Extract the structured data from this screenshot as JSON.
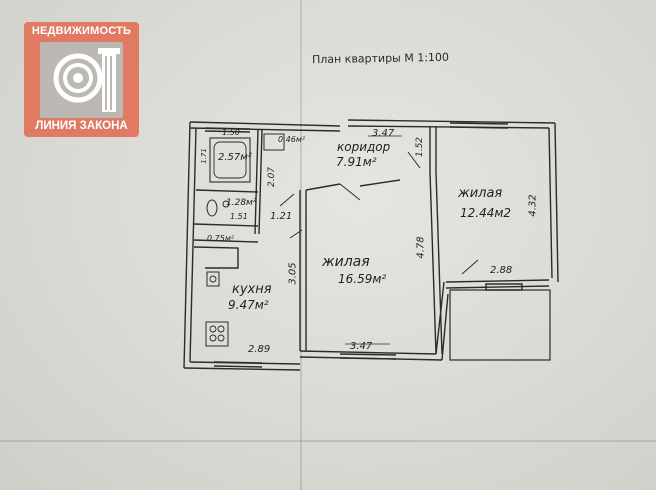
{
  "logo": {
    "top_text": "НЕДВИЖИМОСТЬ",
    "bottom_text": "ЛИНИЯ ЗАКОНА"
  },
  "plan_title": "План квартиры  М 1:100",
  "rooms": {
    "corridor": {
      "name": "коридор",
      "area": "7.91м²",
      "dim_top": "3.47",
      "dim_side": "1.52"
    },
    "living_right": {
      "name": "жилая",
      "area": "12.44м2",
      "dim_side": "4.32",
      "dim_bottom": "2.88"
    },
    "living_center": {
      "name": "жилая",
      "area": "16.59м²",
      "dim_side": "4.78",
      "dim_bottom": "3.47"
    },
    "kitchen": {
      "name": "кухня",
      "area": "9.47м²",
      "dim_side": "3.05",
      "dim_bottom": "2.89"
    },
    "bath": {
      "area": "2.57м²",
      "dim_top": "1.50",
      "dim_side": "1.71",
      "dim_right": "2.07"
    },
    "toilet": {
      "area": "1.28м²",
      "dim_w": "1.51",
      "dim_right": "1.21"
    },
    "closet": {
      "area": "0.46м²"
    },
    "pantry": {
      "area": "0.75м²"
    }
  }
}
